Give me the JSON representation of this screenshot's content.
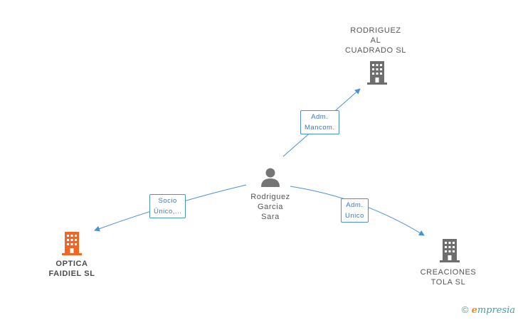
{
  "nodes": {
    "rodriguez_al_cuadrado": {
      "lines": [
        "RODRIGUEZ",
        "AL",
        "CUADRADO SL"
      ]
    },
    "person": {
      "lines": [
        "Rodriguez",
        "Garcia",
        "Sara"
      ]
    },
    "optica_faidiel": {
      "lines": [
        "OPTICA",
        "FAIDIEL SL"
      ]
    },
    "creaciones_tola": {
      "lines": [
        "CREACIONES",
        "TOLA SL"
      ]
    }
  },
  "edges": {
    "to_rodriguez": {
      "lines": [
        "Adm.",
        "Mancom."
      ]
    },
    "to_optica": {
      "lines": [
        "Socio",
        "Único,..."
      ]
    },
    "to_creaciones": {
      "lines": [
        "Adm.",
        "Unico"
      ]
    }
  },
  "colors": {
    "edge": "#4a90d9",
    "company_icon": "#6e6e6e",
    "highlight_company_icon": "#f26522",
    "person_icon": "#757575"
  },
  "watermark": {
    "copyright": "©",
    "brand_initial": "e",
    "brand_rest": "mpresia"
  }
}
